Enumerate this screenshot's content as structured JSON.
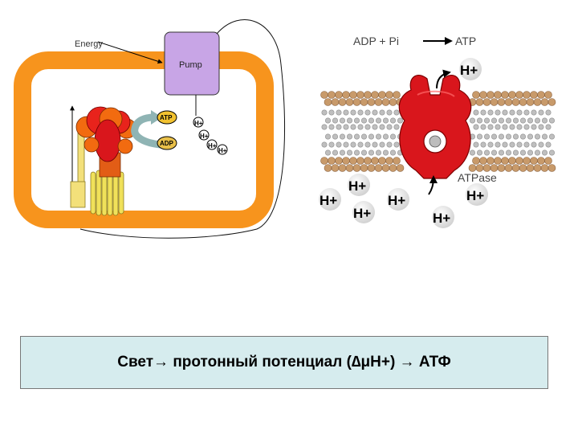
{
  "left_diagram": {
    "energy_label": "Energy",
    "pump_label": "Pump",
    "atp_label": "ATP",
    "adp_label": "ADP",
    "proton_label": "H+",
    "colors": {
      "cell_wall": "#f7941d",
      "pump": "#c8a5e6",
      "atp_badge": "#f2c230",
      "adp_badge": "#e9c04a"
    }
  },
  "right_diagram": {
    "reaction_left": "ADP + Pi",
    "reaction_right": "ATP",
    "proton_label": "H+",
    "enzyme_label": "ATPase",
    "colors": {
      "enzyme": "#d9161c",
      "lipid_head": "#c89a6a",
      "lipid_tail": "#bfbfbf"
    }
  },
  "caption": {
    "text": "Свет→ протонный потенциал (∆μH+) → АТФ"
  }
}
